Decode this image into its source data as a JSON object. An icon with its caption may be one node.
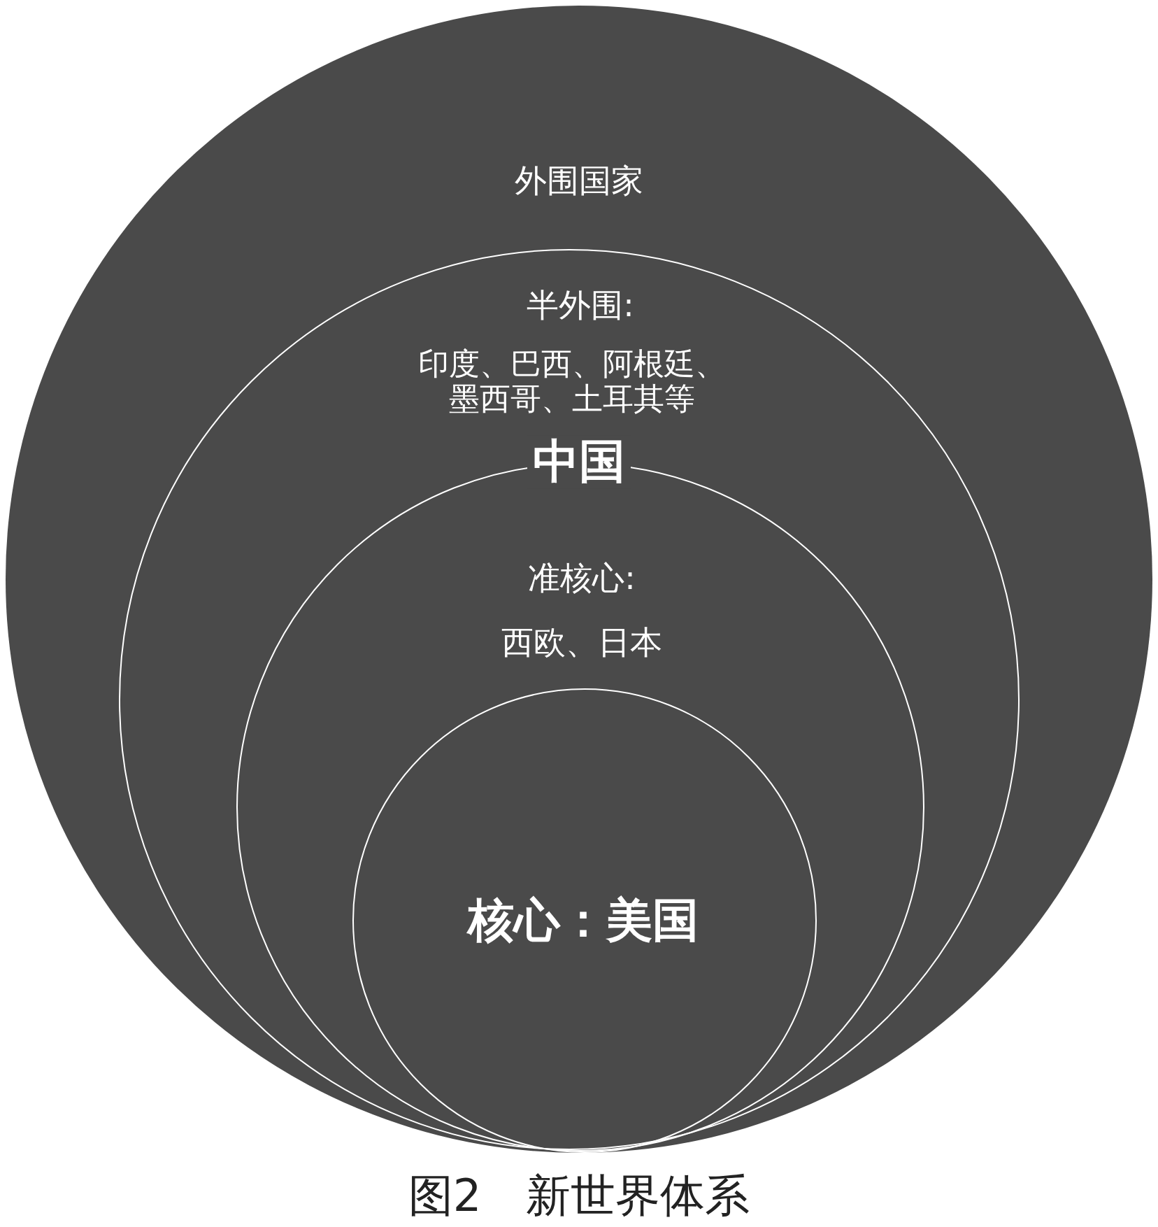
{
  "diagram": {
    "caption": "图2　新世界体系",
    "nodes": [
      {
        "text": [
          "外围国家"
        ]
      },
      {
        "text": [
          "半外围:",
          "印度、巴西、阿根廷、墨西哥、土耳其等"
        ],
        "in": 0
      },
      {
        "text": [
          "准核心:",
          "西欧、日本"
        ],
        "in": 1
      },
      {
        "text": [
          "核心：美国"
        ],
        "in": 2
      }
    ],
    "edges": [],
    "labels": [
      "中国"
    ]
  }
}
